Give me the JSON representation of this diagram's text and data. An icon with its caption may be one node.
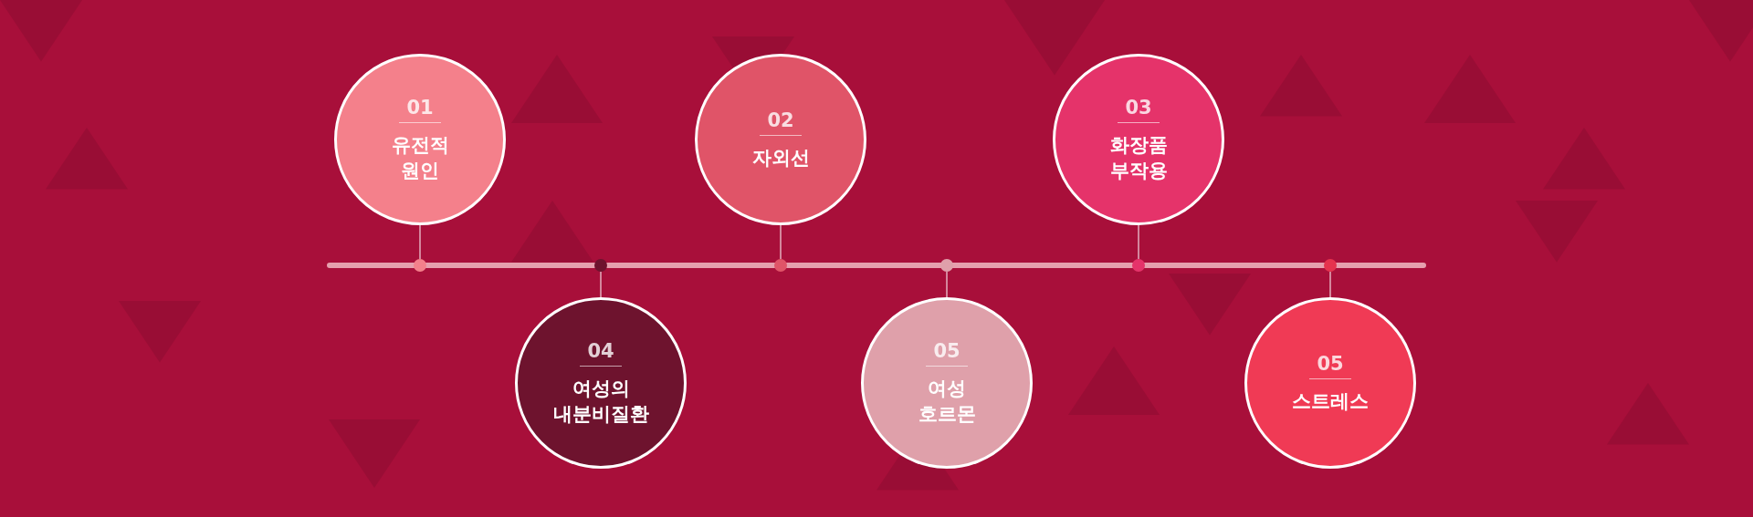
{
  "diagram": {
    "nodes": [
      {
        "text": [
          "01",
          "유전적 원인"
        ]
      },
      {
        "text": [
          "04",
          "여성의 내분비질환"
        ]
      },
      {
        "text": [
          "02",
          "자외선"
        ]
      },
      {
        "text": [
          "05",
          "여성 호르몬"
        ]
      },
      {
        "text": [
          "03",
          "화장품 부작용"
        ]
      },
      {
        "text": [
          "05",
          "스트레스"
        ]
      },
      {
        "text": [],
        "shape": "circle"
      },
      {
        "text": [],
        "shape": "circle"
      },
      {
        "text": [],
        "shape": "circle"
      },
      {
        "text": [],
        "shape": "circle"
      },
      {
        "text": [],
        "shape": "circle"
      },
      {
        "text": [],
        "shape": "circle"
      }
    ],
    "edges": [
      {
        "from": 0,
        "to": 6,
        "arrow": "none"
      },
      {
        "from": 1,
        "to": 7,
        "arrow": "none"
      },
      {
        "from": 2,
        "to": 8,
        "arrow": "none"
      },
      {
        "from": 3,
        "to": 9,
        "arrow": "none"
      },
      {
        "from": 4,
        "to": 10,
        "arrow": "none"
      },
      {
        "from": 5,
        "to": 11,
        "arrow": "none"
      }
    ]
  }
}
